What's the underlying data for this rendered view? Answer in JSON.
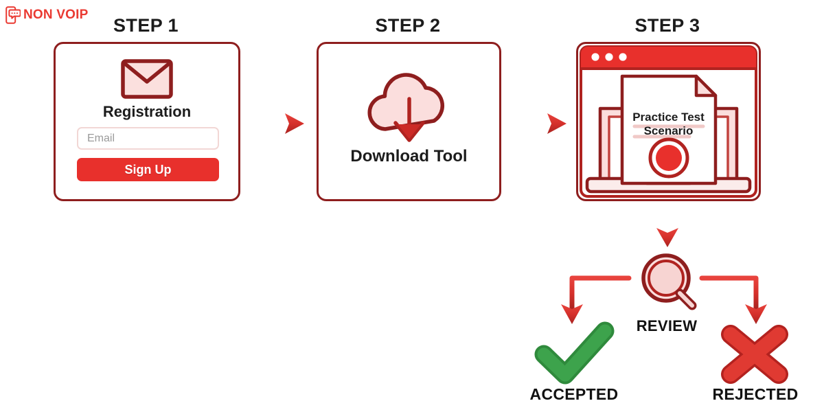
{
  "brand": {
    "name": "NON VOIP",
    "logo_icon": "phone-chat-icon",
    "color": "#ea3a32"
  },
  "colors": {
    "dark_red": "#8e1e1e",
    "bright_red": "#e8302c",
    "light_pink": "#f7d4d2",
    "pale_pink": "#fbe7e6",
    "green": "#3a9b46",
    "text_dark": "#1c1c1c",
    "placeholder_gray": "#9a9a9a"
  },
  "steps": [
    {
      "title": "STEP 1",
      "icon": "envelope-icon",
      "heading": "Registration",
      "input": {
        "placeholder": "Email",
        "value": ""
      },
      "button": "Sign Up"
    },
    {
      "title": "STEP 2",
      "icon": "cloud-download-icon",
      "caption": "Download Tool"
    },
    {
      "title": "STEP 3",
      "icon": "browser-laptop-icon",
      "document_title_line1": "Practice Test",
      "document_title_line2": "Scenario"
    }
  ],
  "flow": {
    "arrow_1_2": "right-arrow-icon",
    "arrow_2_3": "right-arrow-icon",
    "arrow_3_review": "down-arrow-icon",
    "review": {
      "label": "REVIEW",
      "icon": "magnifying-glass-icon"
    },
    "branches": [
      {
        "label": "ACCEPTED",
        "icon": "green-check-icon",
        "color": "#3a9b46"
      },
      {
        "label": "REJECTED",
        "icon": "red-cross-icon",
        "color": "#e03a32"
      }
    ]
  }
}
